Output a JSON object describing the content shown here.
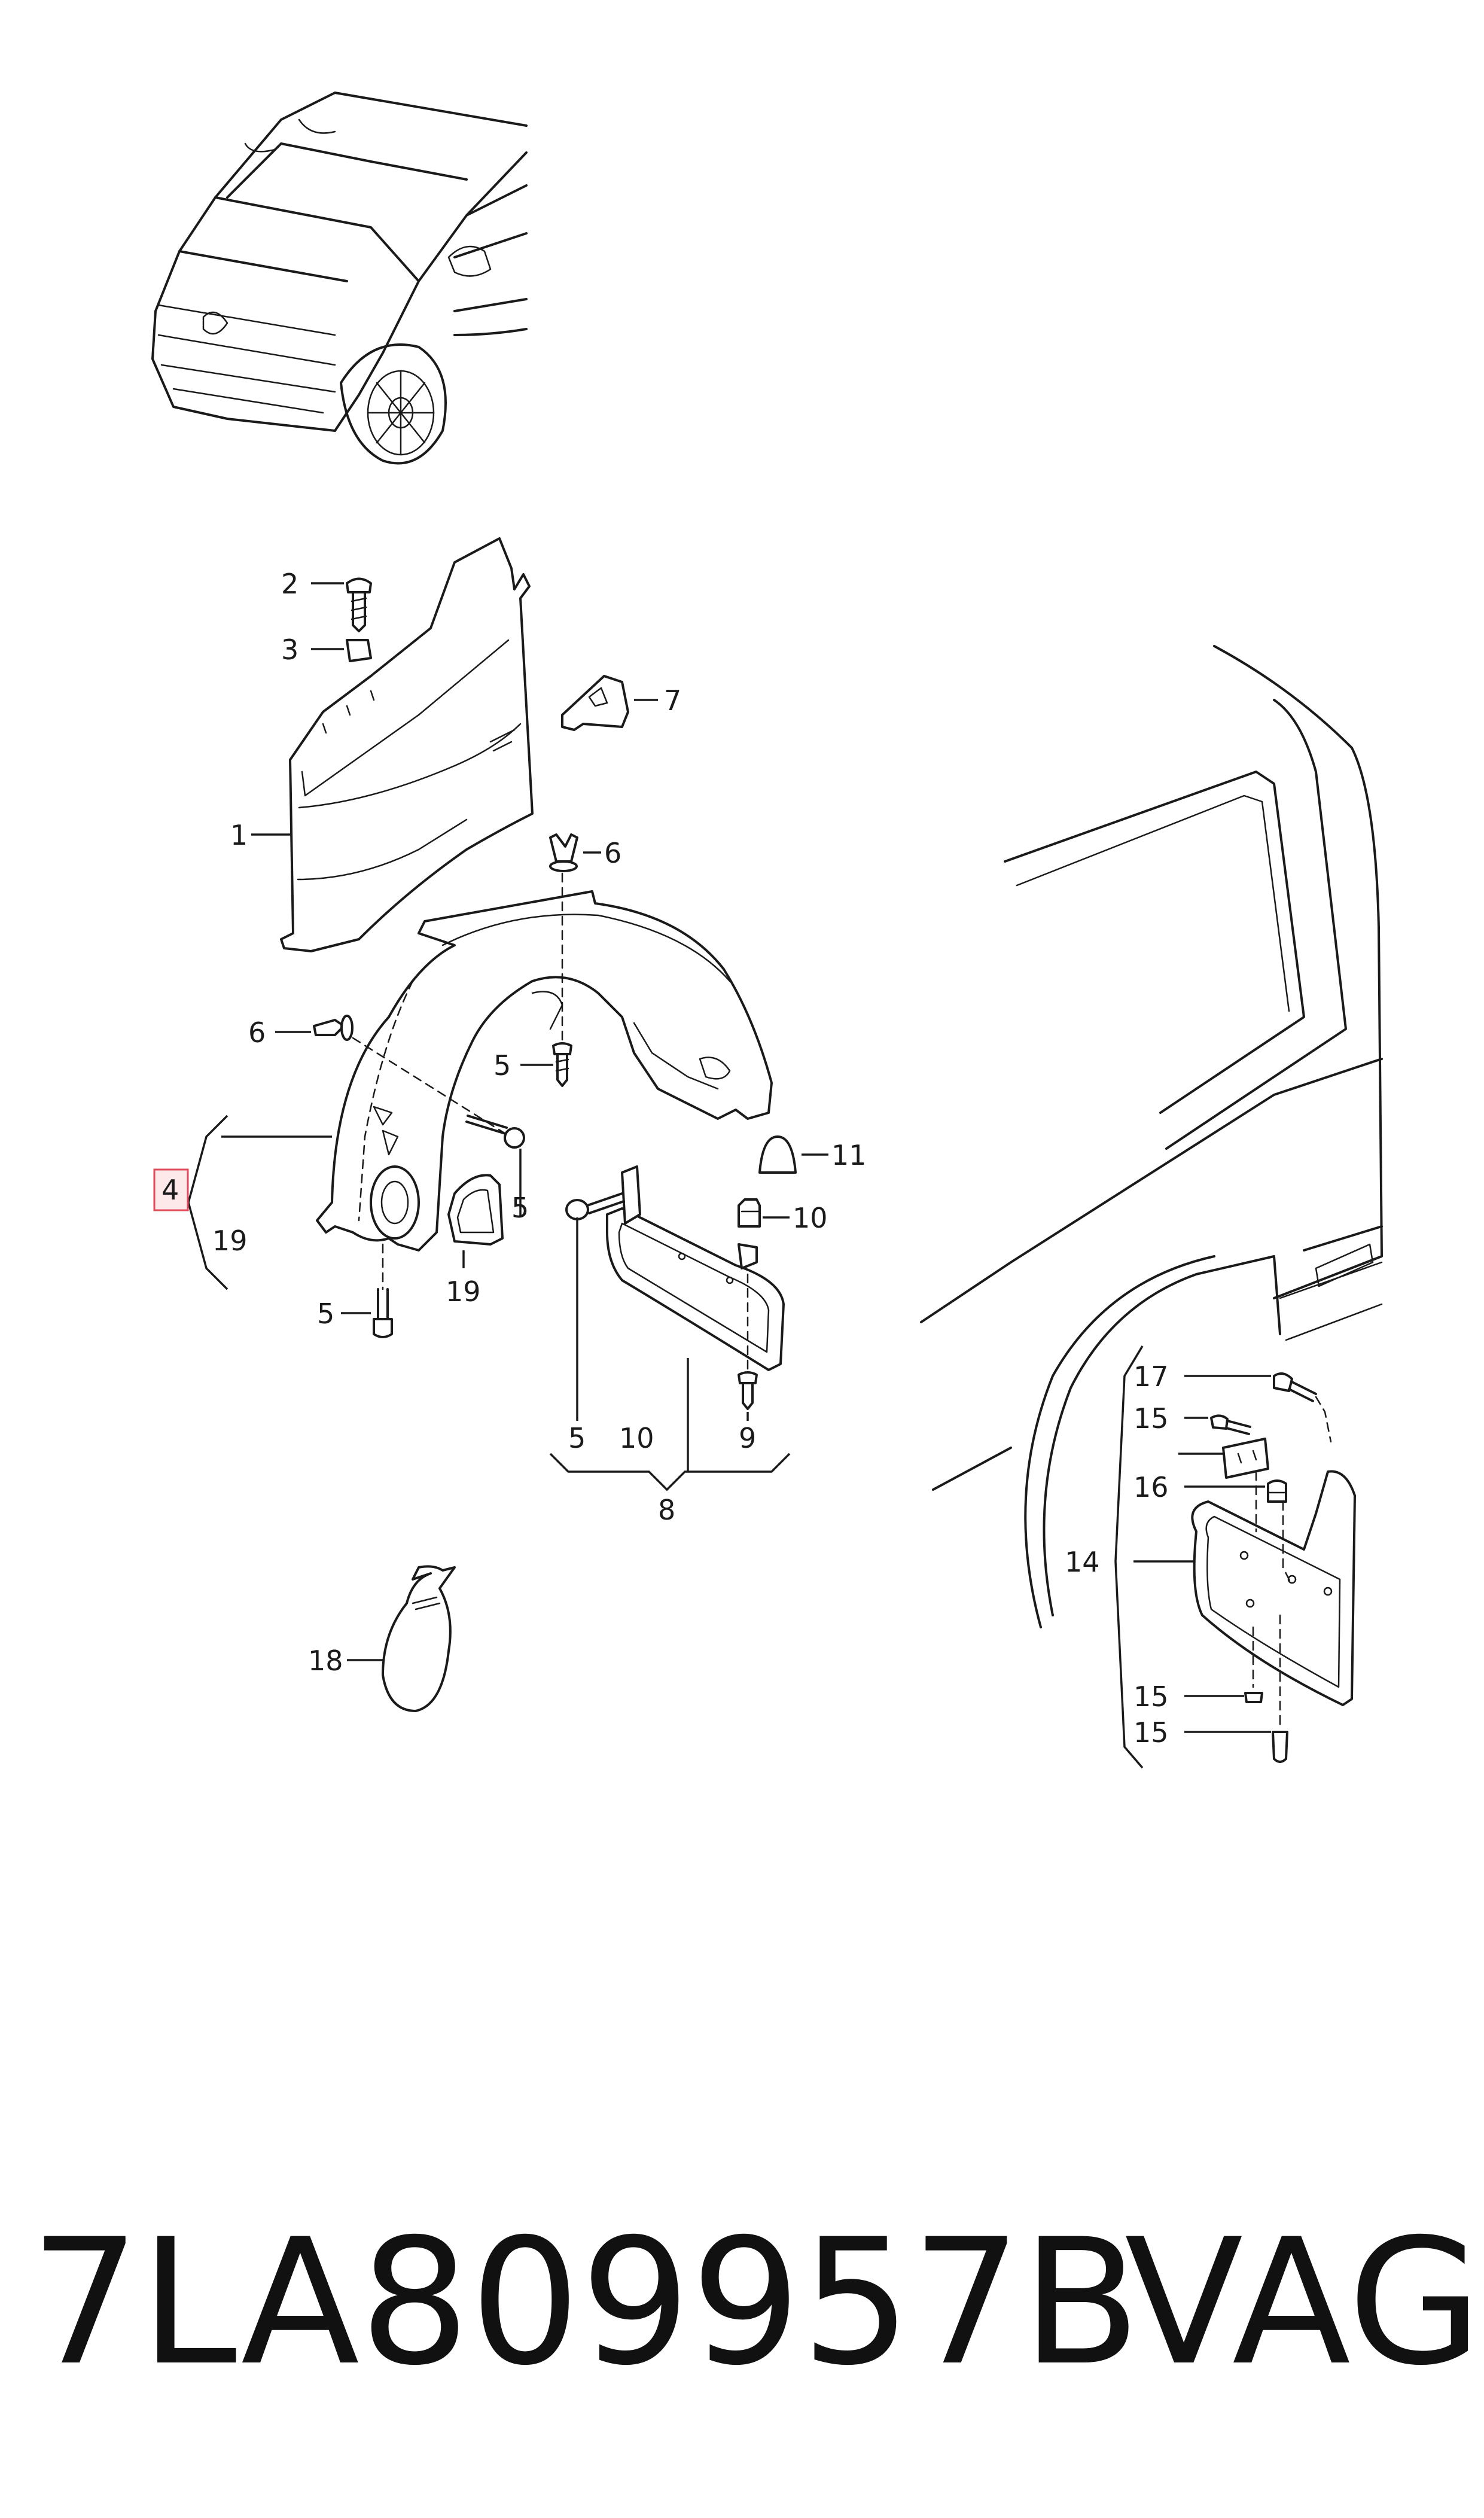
{
  "callouts": {
    "c1": "1",
    "c2": "2",
    "c3": "3",
    "c4": "4",
    "c5a": "5",
    "c5b": "5",
    "c5c": "5",
    "c5d": "5",
    "c6a": "6",
    "c6b": "6",
    "c7": "7",
    "c8": "8",
    "c9": "9",
    "c10a": "10",
    "c10b": "10",
    "c11": "11",
    "c14": "14",
    "c15a": "15",
    "c15b": "15",
    "c15c": "15",
    "c16": "16",
    "c17": "17",
    "c18": "18",
    "c19a": "19",
    "c19b": "19"
  },
  "footer": {
    "part_number": "7LA809957B",
    "brand": "VAG"
  },
  "colors": {
    "line": "#1a1a1a",
    "highlight_border": "#e04a5a",
    "highlight_fill": "#fde8ea"
  }
}
